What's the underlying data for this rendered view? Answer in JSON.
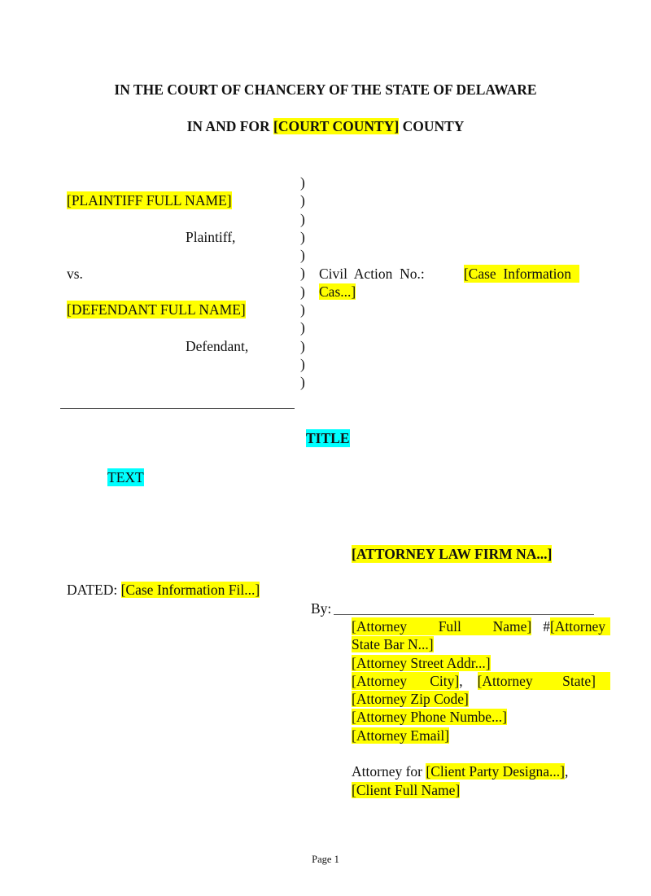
{
  "document": {
    "header": {
      "court_line": "IN THE COURT OF CHANCERY OF THE STATE OF DELAWARE",
      "county_prefix": "IN AND FOR ",
      "county_field": "[COURT COUNTY]",
      "county_suffix": " COUNTY"
    },
    "caption": {
      "plaintiff_field": "[PLAINTIFF FULL NAME]",
      "plaintiff_label": "Plaintiff,",
      "versus": "vs.",
      "defendant_field": "[DEFENDANT FULL NAME]",
      "defendant_label": "Defendant,",
      "paren_char": ")",
      "paren_count": 12,
      "civil_action_label": "Civil  Action  No.:",
      "civil_action_field_line1": "[Case  Information",
      "civil_action_field_line2": "Cas...]"
    },
    "body": {
      "title": "TITLE",
      "text": "TEXT"
    },
    "signature": {
      "firm_field": "[ATTORNEY LAW FIRM NA...]",
      "dated_label": "DATED: ",
      "dated_field": "[Case Information Fil...]",
      "by_label": "By:",
      "attorney_name_parts": [
        "[Attorney",
        "Full",
        "Name]"
      ],
      "bar_prefix": "#",
      "bar_field_line1": "[Attorney",
      "bar_field_line2": "State Bar N...]",
      "street_field": "[Attorney Street Addr...]",
      "city_parts": [
        "[Attorney",
        "City]"
      ],
      "city_sep": ",",
      "state_parts": [
        "[Attorney",
        "State]"
      ],
      "zip_field": "[Attorney Zip Code]",
      "phone_field": "[Attorney Phone Numbe...]",
      "email_field": "[Attorney Email]",
      "attorney_for_label": "Attorney for ",
      "client_party_field": "[Client Party Designa...]",
      "client_party_suffix": ",",
      "client_name_field": "[Client Full Name]"
    },
    "footer": {
      "page_label": "Page 1"
    },
    "colors": {
      "field_highlight": "#ffff00",
      "section_highlight": "#00ffff"
    }
  }
}
